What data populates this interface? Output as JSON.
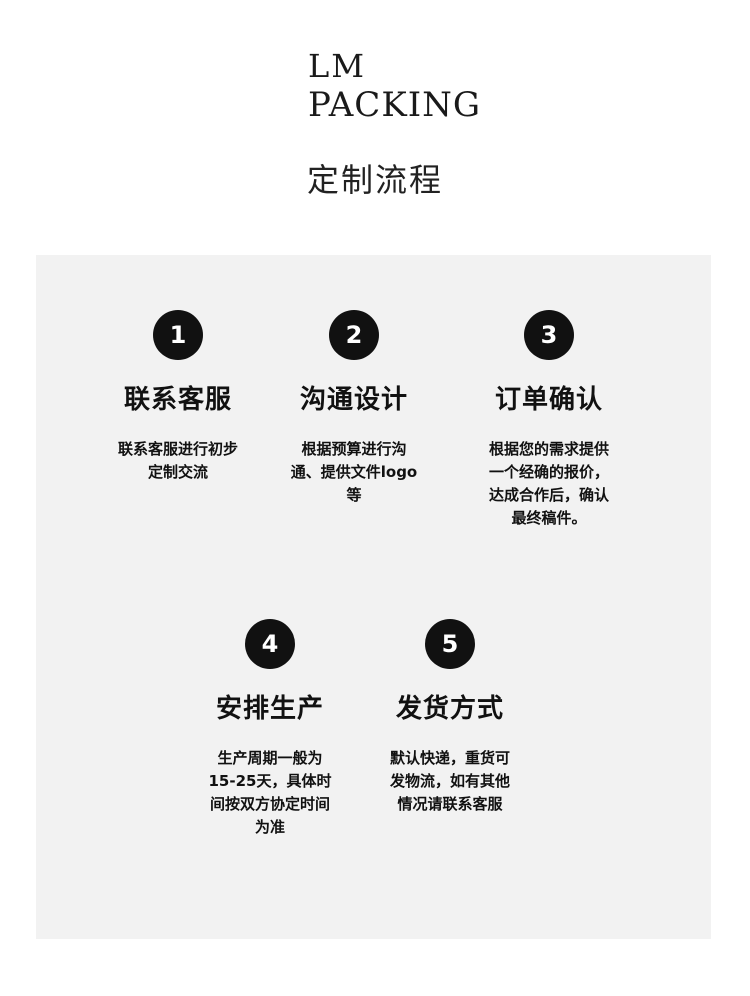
{
  "brand": {
    "line1": "LM",
    "line2": "PACKING"
  },
  "title": "定制流程",
  "steps": [
    {
      "num": "1",
      "title": "联系客服",
      "desc": "联系客服进行初步定制交流"
    },
    {
      "num": "2",
      "title": "沟通设计",
      "desc": "根据预算进行沟通、提供文件logo等"
    },
    {
      "num": "3",
      "title": "订单确认",
      "desc": "根据您的需求提供一个经确的报价，达成合作后，确认最终稿件。"
    },
    {
      "num": "4",
      "title": "安排生产",
      "desc": "生产周期一般为15-25天，具体时间按双方协定时间为准"
    },
    {
      "num": "5",
      "title": "发货方式",
      "desc": "默认快递，重货可发物流，如有其他情况请联系客服"
    }
  ],
  "colors": {
    "panel": "#f2f2f2",
    "badge": "#111111",
    "text": "#111111"
  }
}
